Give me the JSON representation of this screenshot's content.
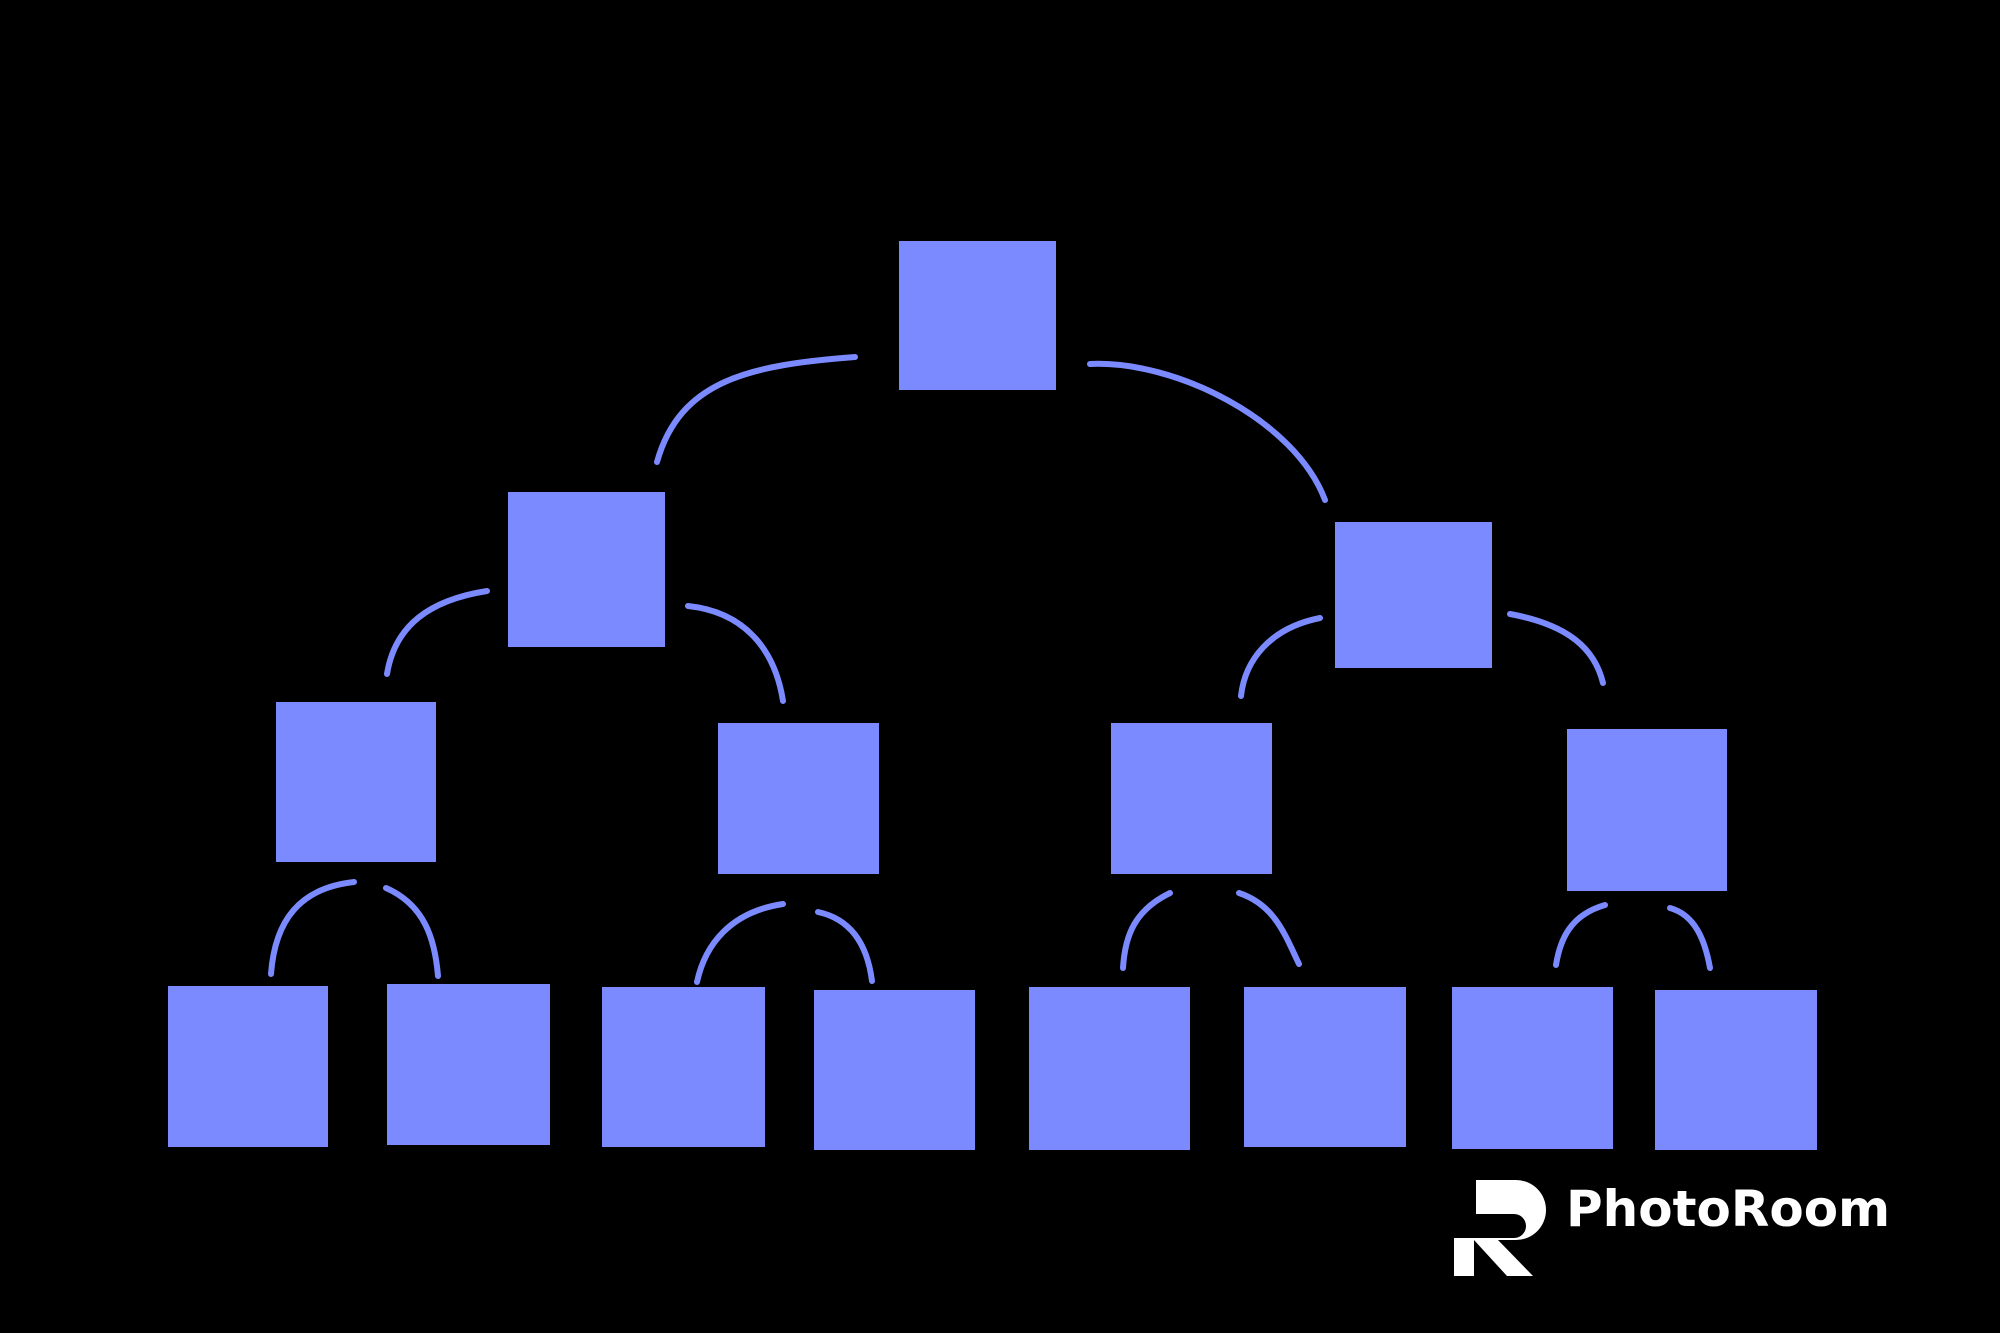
{
  "diagram": {
    "type": "binary-tree",
    "background_color": "#000000",
    "node_color": "#7b8afe",
    "edge_color": "#7b8afe",
    "levels": 4,
    "nodes": [
      {
        "id": "n0",
        "level": 0
      },
      {
        "id": "n1",
        "level": 1,
        "parent": "n0"
      },
      {
        "id": "n2",
        "level": 1,
        "parent": "n0"
      },
      {
        "id": "n3",
        "level": 2,
        "parent": "n1"
      },
      {
        "id": "n4",
        "level": 2,
        "parent": "n1"
      },
      {
        "id": "n5",
        "level": 2,
        "parent": "n2"
      },
      {
        "id": "n6",
        "level": 2,
        "parent": "n2"
      },
      {
        "id": "n7",
        "level": 3,
        "parent": "n3"
      },
      {
        "id": "n8",
        "level": 3,
        "parent": "n3"
      },
      {
        "id": "n9",
        "level": 3,
        "parent": "n4"
      },
      {
        "id": "n10",
        "level": 3,
        "parent": "n4"
      },
      {
        "id": "n11",
        "level": 3,
        "parent": "n5"
      },
      {
        "id": "n12",
        "level": 3,
        "parent": "n5"
      },
      {
        "id": "n13",
        "level": 3,
        "parent": "n6"
      },
      {
        "id": "n14",
        "level": 3,
        "parent": "n6"
      }
    ]
  },
  "watermark": {
    "text": "PhotoRoom",
    "icon": "photoroom-logo-icon",
    "color": "#ffffff"
  }
}
